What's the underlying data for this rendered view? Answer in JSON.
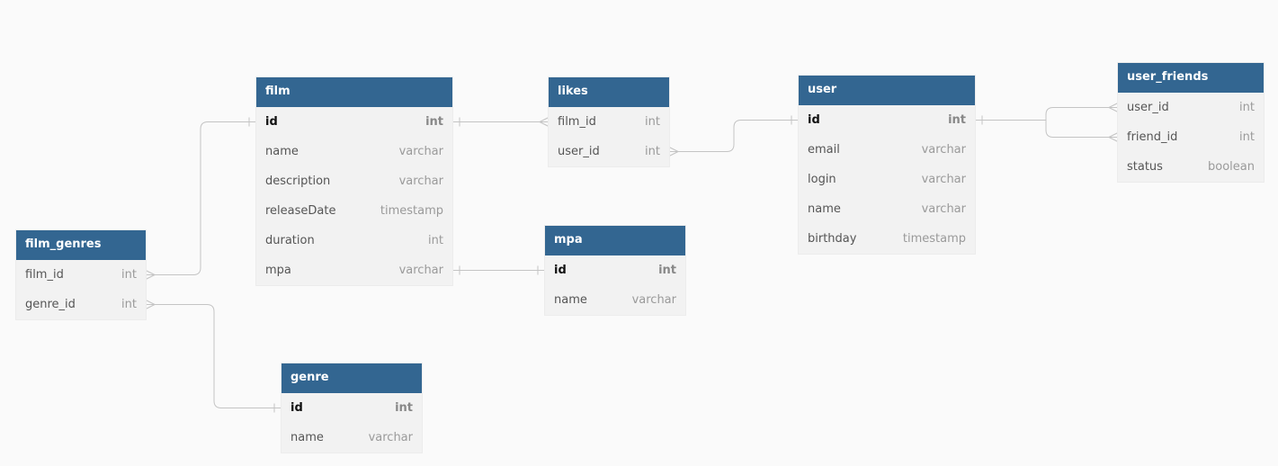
{
  "tables": {
    "film": {
      "name": "film",
      "columns": [
        {
          "name": "id",
          "type": "int",
          "pk": true
        },
        {
          "name": "name",
          "type": "varchar"
        },
        {
          "name": "description",
          "type": "varchar"
        },
        {
          "name": "releaseDate",
          "type": "timestamp"
        },
        {
          "name": "duration",
          "type": "int"
        },
        {
          "name": "mpa",
          "type": "varchar"
        }
      ]
    },
    "likes": {
      "name": "likes",
      "columns": [
        {
          "name": "film_id",
          "type": "int"
        },
        {
          "name": "user_id",
          "type": "int"
        }
      ]
    },
    "user": {
      "name": "user",
      "columns": [
        {
          "name": "id",
          "type": "int",
          "pk": true
        },
        {
          "name": "email",
          "type": "varchar"
        },
        {
          "name": "login",
          "type": "varchar"
        },
        {
          "name": "name",
          "type": "varchar"
        },
        {
          "name": "birthday",
          "type": "timestamp"
        }
      ]
    },
    "user_friends": {
      "name": "user_friends",
      "columns": [
        {
          "name": "user_id",
          "type": "int"
        },
        {
          "name": "friend_id",
          "type": "int"
        },
        {
          "name": "status",
          "type": "boolean"
        }
      ]
    },
    "film_genres": {
      "name": "film_genres",
      "columns": [
        {
          "name": "film_id",
          "type": "int"
        },
        {
          "name": "genre_id",
          "type": "int"
        }
      ]
    },
    "mpa": {
      "name": "mpa",
      "columns": [
        {
          "name": "id",
          "type": "int",
          "pk": true
        },
        {
          "name": "name",
          "type": "varchar"
        }
      ]
    },
    "genre": {
      "name": "genre",
      "columns": [
        {
          "name": "id",
          "type": "int",
          "pk": true
        },
        {
          "name": "name",
          "type": "varchar"
        }
      ]
    }
  },
  "relationships": [
    {
      "from": "film.id",
      "from_card": "one",
      "to": "likes.film_id",
      "to_card": "many"
    },
    {
      "from": "likes.user_id",
      "from_card": "many",
      "to": "user.id",
      "to_card": "one"
    },
    {
      "from": "user.id",
      "from_card": "one",
      "to": "user_friends.user_id",
      "to_card": "many"
    },
    {
      "from": "user.id",
      "from_card": "one",
      "to": "user_friends.friend_id",
      "to_card": "many"
    },
    {
      "from": "film_genres.film_id",
      "from_card": "many",
      "to": "film.id",
      "to_card": "one"
    },
    {
      "from": "film_genres.genre_id",
      "from_card": "many",
      "to": "genre.id",
      "to_card": "one"
    },
    {
      "from": "film.mpa",
      "from_card": "one",
      "to": "mpa.id",
      "to_card": "one"
    }
  ],
  "colors": {
    "header_bg": "#336691",
    "header_text": "#ffffff",
    "table_body": "#f2f2f2",
    "canvas_bg": "#fafafa",
    "link_line": "#c4c4c4"
  }
}
